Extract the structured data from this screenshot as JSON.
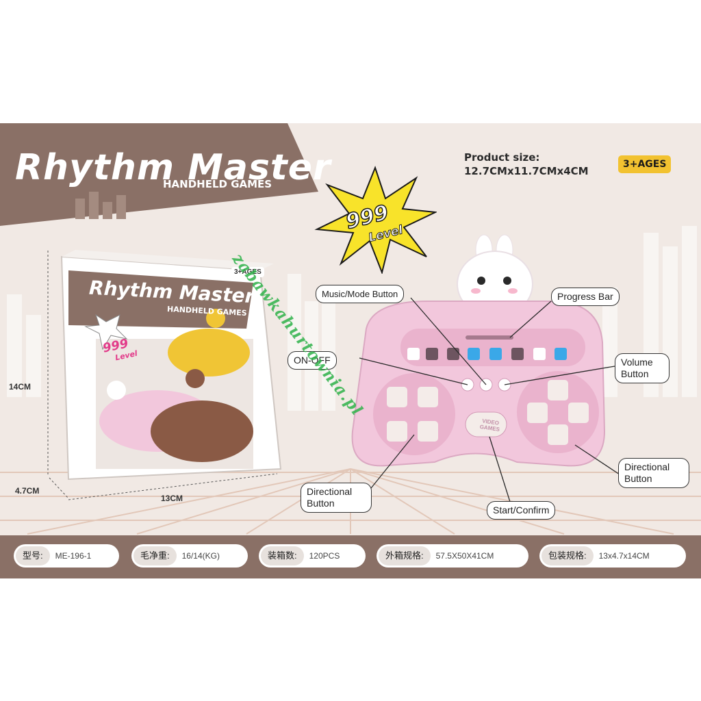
{
  "title": "Rhythm Master",
  "subtitle": "HANDHELD GAMES",
  "product_size": {
    "label": "Product size:",
    "value": "12.7CMx11.7CMx4CM"
  },
  "ages": "3+AGES",
  "burst": {
    "number": "999",
    "word": "Level"
  },
  "box": {
    "title": "Rhythm Master",
    "subtitle": "HANDHELD GAMES",
    "ages": "3+AGES",
    "burst_number": "999",
    "burst_word": "Level"
  },
  "dimensions": {
    "height": "14CM",
    "depth": "4.7CM",
    "width": "13CM"
  },
  "callouts": {
    "music_mode": "Music/Mode Button",
    "progress_bar": "Progress Bar",
    "on_off": "ON-OFF",
    "volume": "Volume Button",
    "directional_right": "Directional Button",
    "directional_left": "Directional Button",
    "start_confirm": "Start/Confirm"
  },
  "device": {
    "center_label": "VIDEO GAMES"
  },
  "watermark": "zabawkahurtownia.pl",
  "specs": [
    {
      "key": "型号:",
      "value": "ME-196-1"
    },
    {
      "key": "毛净重:",
      "value": "16/14(KG)"
    },
    {
      "key": "装箱数:",
      "value": "120PCS"
    },
    {
      "key": "外箱规格:",
      "value": "57.5X50X41CM"
    },
    {
      "key": "包装规格:",
      "value": "13x4.7x14CM"
    }
  ],
  "colors": {
    "banner": "#8a7066",
    "device_pink": "#f2c7dc",
    "badge_yellow": "#f2c230",
    "arrow_blue": "#3aa8e8",
    "burst_yellow": "#f8e32a"
  }
}
